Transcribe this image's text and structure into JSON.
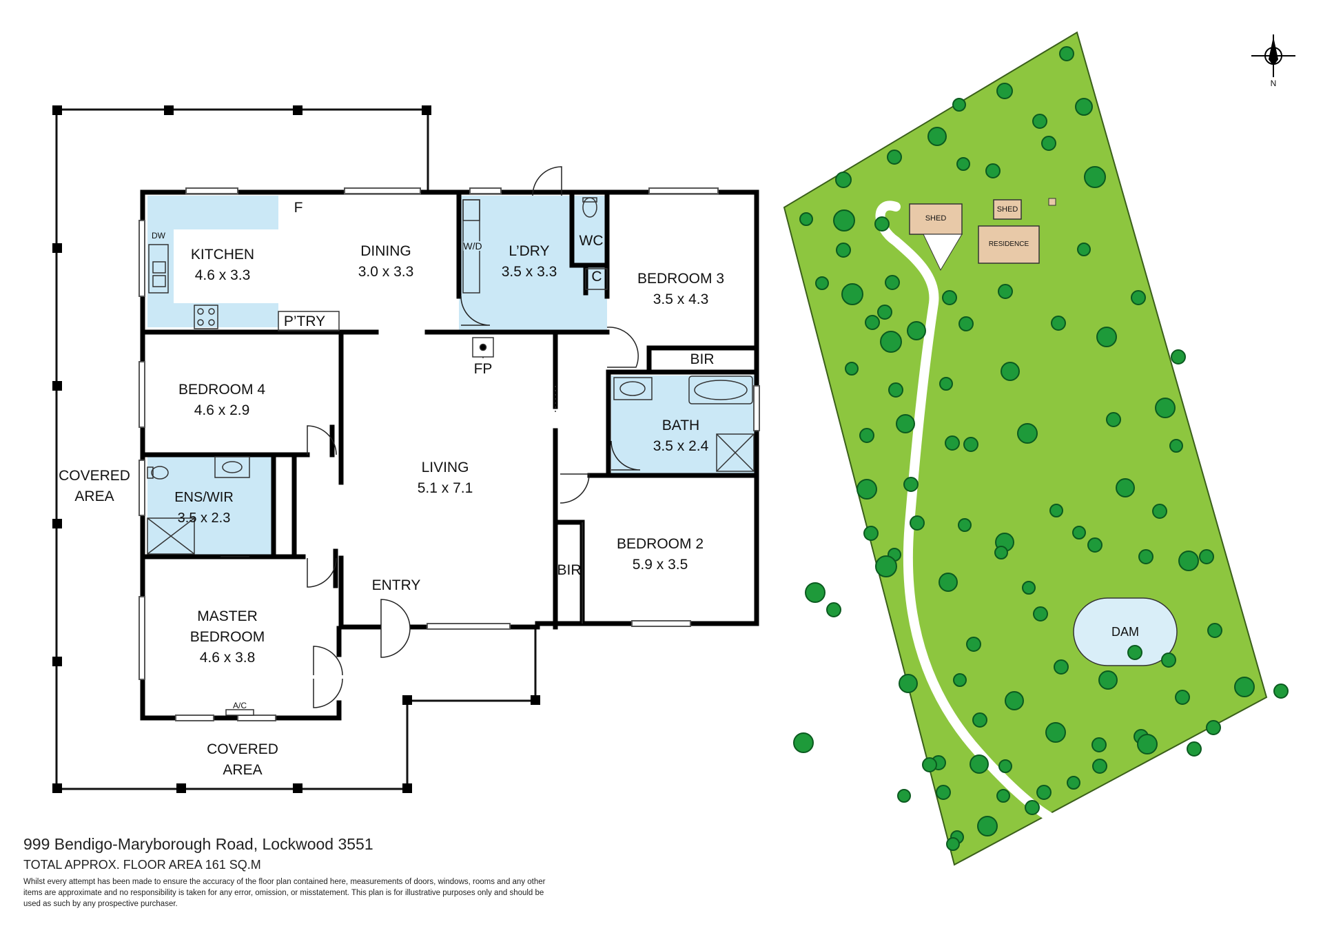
{
  "floorplan": {
    "rooms": [
      {
        "id": "kitchen",
        "name": "KITCHEN",
        "size": "4.6 x 3.3"
      },
      {
        "id": "dining",
        "name": "DINING",
        "size": "3.0 x 3.3"
      },
      {
        "id": "laundry",
        "name": "L’DRY",
        "size": "3.5 x 3.3"
      },
      {
        "id": "bedroom3",
        "name": "BEDROOM 3",
        "size": "3.5 x 4.3"
      },
      {
        "id": "bedroom4",
        "name": "BEDROOM 4",
        "size": "4.6 x 2.9"
      },
      {
        "id": "bath",
        "name": "BATH",
        "size": "3.5 x 2.4"
      },
      {
        "id": "living",
        "name": "LIVING",
        "size": "5.1 x 7.1"
      },
      {
        "id": "ensuite",
        "name": "ENS/WIR",
        "size": "3.5 x 2.3"
      },
      {
        "id": "bedroom2",
        "name": "BEDROOM 2",
        "size": "5.9 x 3.5"
      },
      {
        "id": "master",
        "name": "MASTER BEDROOM",
        "size": "4.6 x 3.8"
      }
    ],
    "labels": {
      "covered_area_left": "COVERED AREA",
      "covered_area_bottom": "COVERED AREA",
      "entry": "ENTRY",
      "pantry": "P’TRY",
      "fireplace": "FP",
      "fridge": "F",
      "dishwasher": "DW",
      "washer_dryer": "W/D",
      "wc": "WC",
      "cupboard": "C",
      "bir_bed3": "BIR",
      "bir_bed2": "BIR",
      "air_con": "A/C"
    }
  },
  "site": {
    "labels": {
      "shed_large": "SHED",
      "shed_small": "SHED",
      "residence": "RESIDENCE",
      "dam": "DAM",
      "north": "N"
    },
    "colors": {
      "grass": "#8dc63f",
      "tree": "#1e9a3a",
      "water": "#d9eef8",
      "building": "#e8c9a8"
    }
  },
  "colors": {
    "wet_area": "#cbe8f6",
    "wall": "#000000"
  },
  "footer": {
    "address": "999 Bendigo-Maryborough Road, Lockwood 3551",
    "floor_area": "TOTAL APPROX. FLOOR AREA 161 SQ.M",
    "disclaimer": "Whilst every attempt has been made to ensure the accuracy of the floor plan contained here, measurements of doors, windows, rooms and any other items are approximate and no responsibility is taken for any error, omission, or misstatement. This plan is for illustrative purposes only and should be used as such by any prospective purchaser."
  }
}
